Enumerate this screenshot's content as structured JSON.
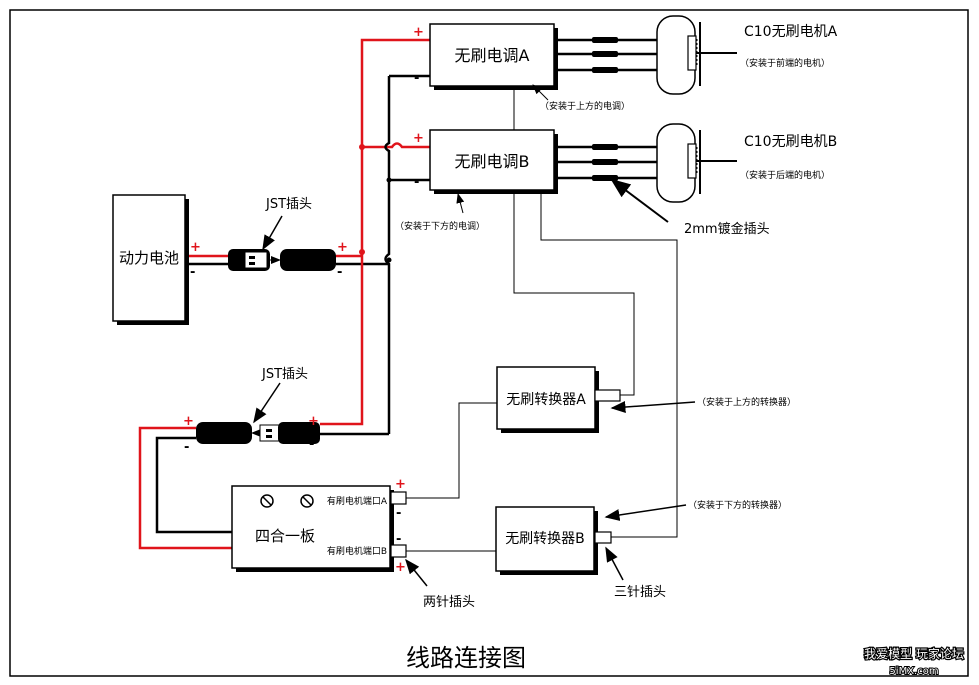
{
  "title": "线路连接图",
  "battery": {
    "label": "动力电池"
  },
  "esc_a": {
    "label": "无刷电调A",
    "note": "（安装于上方的电调）"
  },
  "esc_b": {
    "label": "无刷电调B",
    "note": "（安装于下方的电调）"
  },
  "motor_a": {
    "label": "C10无刷电机A",
    "note": "（安装于前端的电机）"
  },
  "motor_b": {
    "label": "C10无刷电机B",
    "note": "（安装于后端的电机）"
  },
  "gold_plug": {
    "label": "2mm镀金插头"
  },
  "jst_top": {
    "label": "JST插头"
  },
  "jst_bottom": {
    "label": "JST插头"
  },
  "conv_a": {
    "label": "无刷转换器A",
    "note": "（安装于上方的转换器）"
  },
  "conv_b": {
    "label": "无刷转换器B",
    "note": "（安装于下方的转换器）"
  },
  "board": {
    "label": "四合一板",
    "port_a": "有刷电机端口A",
    "port_b": "有刷电机端口B"
  },
  "two_pin": {
    "label": "两针插头"
  },
  "three_pin": {
    "label": "三针插头"
  },
  "polarity": {
    "plus": "+",
    "minus": "-"
  },
  "watermark": {
    "line1": "我爱模型 玩家论坛",
    "line2": "5iMX.com"
  }
}
